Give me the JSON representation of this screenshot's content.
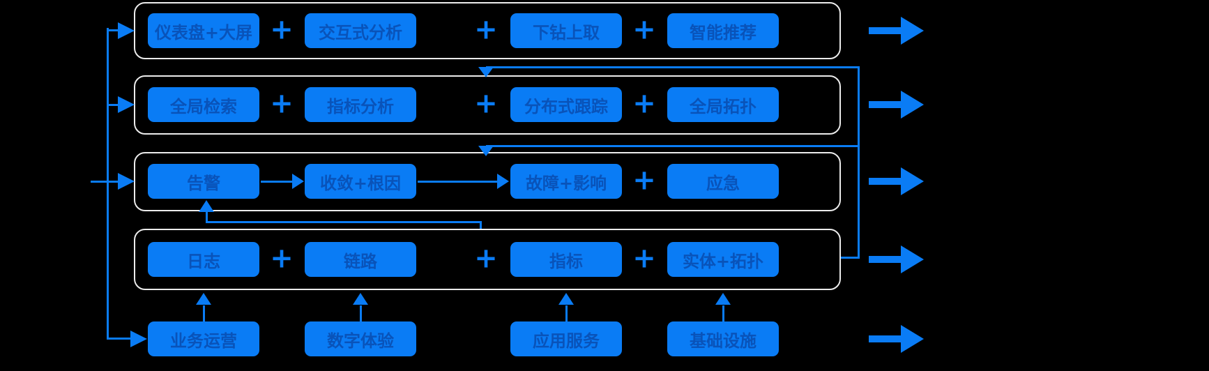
{
  "colors": {
    "background": "#000000",
    "accent": "#0A7CF5",
    "frame_border": "#ECECEC",
    "box_fill": "#0A7CF5",
    "box_text": "#094DB0"
  },
  "icons": {
    "plus": "+",
    "output_arrow": "→",
    "feedback_down_arrow": "↓",
    "up_arrow": "↑",
    "branch_right_arrow": "→"
  },
  "rows": [
    {
      "boxes": [
        "仪表盘+大屏",
        "交互式分析",
        "下钻上取",
        "智能推荐"
      ],
      "separators": [
        "+",
        "+",
        "+"
      ]
    },
    {
      "boxes": [
        "全局检索",
        "指标分析",
        "分布式跟踪",
        "全局拓扑"
      ],
      "separators": [
        "+",
        "+",
        "+"
      ]
    },
    {
      "boxes": [
        "告警",
        "收敛+根因",
        "故障+影响",
        "应急"
      ],
      "separators": [
        "arrow",
        "arrow",
        "+"
      ]
    },
    {
      "boxes": [
        "日志",
        "链路",
        "指标",
        "实体+拓扑"
      ],
      "separators": [
        "+",
        "+",
        "+"
      ]
    },
    {
      "boxes": [
        "业务运营",
        "数字体验",
        "应用服务",
        "基础设施"
      ],
      "separators": []
    }
  ]
}
